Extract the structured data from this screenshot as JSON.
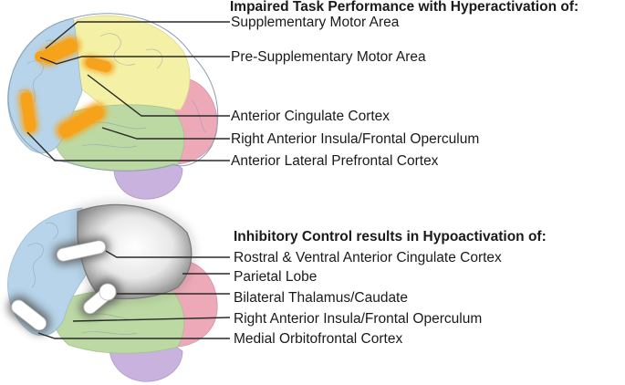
{
  "panels": [
    {
      "title": "Impaired Task Performance with Hyperactivation of:",
      "labels": [
        "Supplementary Motor Area",
        "Pre-Supplementary Motor Area",
        "Anterior Cingulate Cortex",
        "Right Anterior Insula/Frontal Operculum",
        "Anterior Lateral Prefrontal Cortex"
      ],
      "highlight_color": "#f5a623"
    },
    {
      "title": "Inhibitory Control results in Hypoactivation of:",
      "labels": [
        "Rostral & Ventral Anterior Cingulate Cortex",
        "Parietal Lobe",
        "Bilateral Thalamus/Caudate",
        "Right Anterior Insula/Frontal Operculum",
        "Medial Orbitofrontal Cortex"
      ],
      "highlight_color": "#ffffff"
    }
  ],
  "colors": {
    "frontal": "#b7d4ea",
    "parietal": "#f4f1a6",
    "occipital": "#eea9b8",
    "temporal": "#bcd9a4",
    "cerebellum": "#c9b3de",
    "hyper": "#f5a623",
    "hypo": "#ffffff"
  }
}
